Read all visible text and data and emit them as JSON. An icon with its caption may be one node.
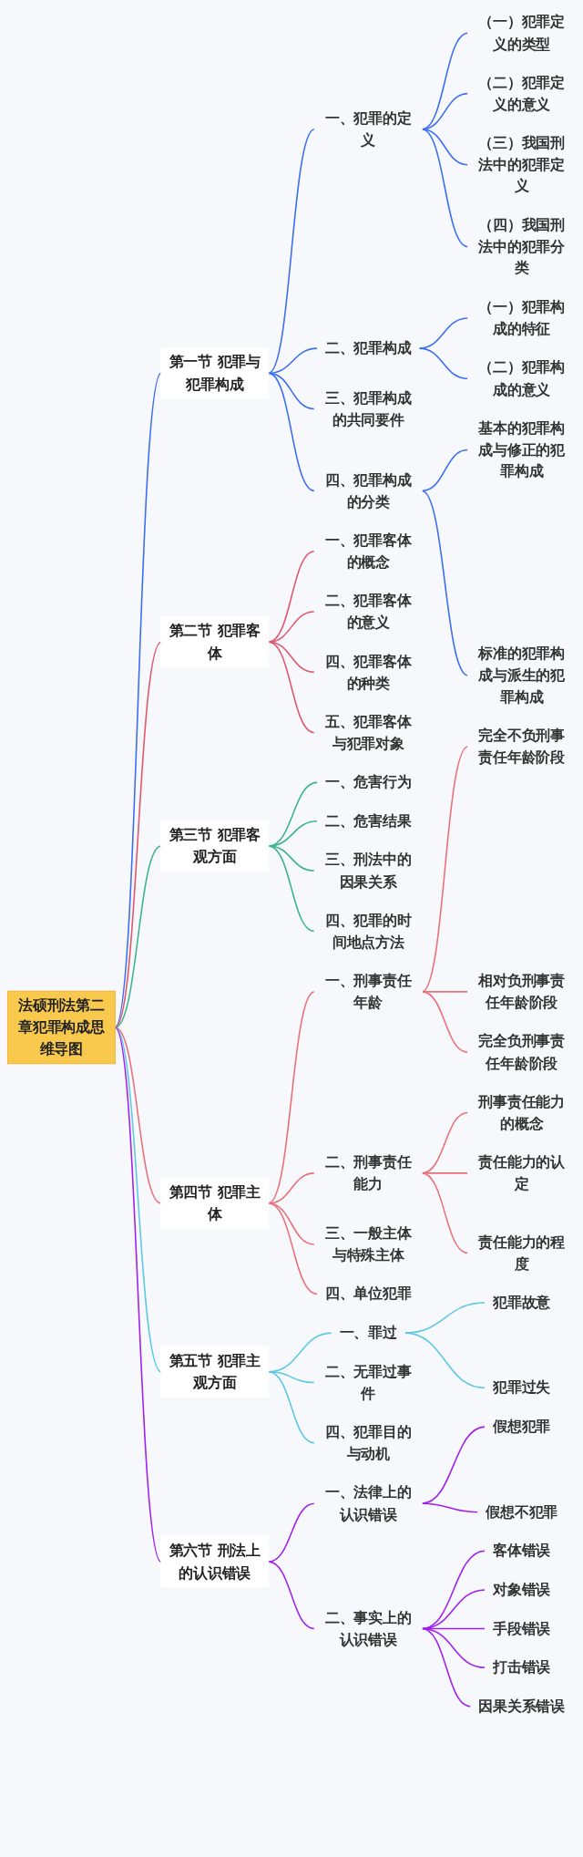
{
  "diagram": {
    "nodes": [
      {
        "text": [
          "法硕刑法第二章犯罪构成思维导图"
        ]
      },
      {
        "text": [
          "第一节 犯罪与犯罪构成"
        ]
      },
      {
        "text": [
          "一、犯罪的定义"
        ]
      },
      {
        "text": [
          "（一）犯罪定义的类型"
        ]
      },
      {
        "text": [
          "（二）犯罪定义的意义"
        ]
      },
      {
        "text": [
          "（三）我国刑法中的犯罪定义"
        ]
      },
      {
        "text": [
          "（四）我国刑法中的犯罪分类"
        ]
      },
      {
        "text": [
          "二、犯罪构成"
        ]
      },
      {
        "text": [
          "（一）犯罪构成的特征"
        ]
      },
      {
        "text": [
          "（二）犯罪构成的意义"
        ]
      },
      {
        "text": [
          "三、犯罪构成的共同要件"
        ]
      },
      {
        "text": [
          "四、犯罪构成的分类"
        ]
      },
      {
        "text": [
          "基本的犯罪构成与修正的犯罪构成"
        ]
      },
      {
        "text": [
          "标准的犯罪构成与派生的犯罪构成"
        ]
      },
      {
        "text": [
          "第二节 犯罪客体"
        ]
      },
      {
        "text": [
          "一、犯罪客体的概念"
        ]
      },
      {
        "text": [
          "二、犯罪客体的意义"
        ]
      },
      {
        "text": [
          "四、犯罪客体的种类"
        ]
      },
      {
        "text": [
          "五、犯罪客体与犯罪对象"
        ]
      },
      {
        "text": [
          "第三节 犯罪客观方面"
        ]
      },
      {
        "text": [
          "一、危害行为"
        ]
      },
      {
        "text": [
          "二、危害结果"
        ]
      },
      {
        "text": [
          "三、刑法中的因果关系"
        ]
      },
      {
        "text": [
          "四、犯罪的时间地点方法"
        ]
      },
      {
        "text": [
          "第四节 犯罪主体"
        ]
      },
      {
        "text": [
          "一、刑事责任年龄"
        ]
      },
      {
        "text": [
          "完全不负刑事责任年龄阶段"
        ]
      },
      {
        "text": [
          "相对负刑事责任年龄阶段"
        ]
      },
      {
        "text": [
          "完全负刑事责任年龄阶段"
        ]
      },
      {
        "text": [
          "二、刑事责任能力"
        ]
      },
      {
        "text": [
          "刑事责任能力的概念"
        ]
      },
      {
        "text": [
          "责任能力的认定"
        ]
      },
      {
        "text": [
          "责任能力的程度"
        ]
      },
      {
        "text": [
          "三、一般主体与特殊主体"
        ]
      },
      {
        "text": [
          "四、单位犯罪"
        ]
      },
      {
        "text": [
          "第五节 犯罪主观方面"
        ]
      },
      {
        "text": [
          "一、罪过"
        ]
      },
      {
        "text": [
          "犯罪故意"
        ]
      },
      {
        "text": [
          "犯罪过失"
        ]
      },
      {
        "text": [
          "二、无罪过事件"
        ]
      },
      {
        "text": [
          "四、犯罪目的与动机"
        ]
      },
      {
        "text": [
          "第六节 刑法上的认识错误"
        ]
      },
      {
        "text": [
          "一、法律上的认识错误"
        ]
      },
      {
        "text": [
          "假想犯罪"
        ]
      },
      {
        "text": [
          "假想不犯罪"
        ]
      },
      {
        "text": [
          "二、事实上的认识错误"
        ]
      },
      {
        "text": [
          "客体错误"
        ]
      },
      {
        "text": [
          "对象错误"
        ]
      },
      {
        "text": [
          "手段错误"
        ]
      },
      {
        "text": [
          "打击错误"
        ]
      },
      {
        "text": [
          "因果关系错误"
        ]
      }
    ],
    "edges": [
      {
        "from": 0,
        "to": 1,
        "arrow": "none",
        "color": "#3b6df5"
      },
      {
        "from": 1,
        "to": 2,
        "arrow": "none",
        "color": "#3b6df5"
      },
      {
        "from": 2,
        "to": 3,
        "arrow": "none",
        "color": "#3b6df5"
      },
      {
        "from": 2,
        "to": 4,
        "arrow": "none",
        "color": "#3b6df5"
      },
      {
        "from": 2,
        "to": 5,
        "arrow": "none",
        "color": "#3b6df5"
      },
      {
        "from": 2,
        "to": 6,
        "arrow": "none",
        "color": "#3b6df5"
      },
      {
        "from": 1,
        "to": 7,
        "arrow": "none",
        "color": "#3b6df5"
      },
      {
        "from": 7,
        "to": 8,
        "arrow": "none",
        "color": "#3b6df5"
      },
      {
        "from": 7,
        "to": 9,
        "arrow": "none",
        "color": "#3b6df5"
      },
      {
        "from": 1,
        "to": 10,
        "arrow": "none",
        "color": "#3b6df5"
      },
      {
        "from": 1,
        "to": 11,
        "arrow": "none",
        "color": "#3b6df5"
      },
      {
        "from": 11,
        "to": 12,
        "arrow": "none",
        "color": "#3b6df5"
      },
      {
        "from": 11,
        "to": 13,
        "arrow": "none",
        "color": "#3b6df5"
      },
      {
        "from": 0,
        "to": 14,
        "arrow": "none",
        "color": "#e0566b"
      },
      {
        "from": 14,
        "to": 15,
        "arrow": "none",
        "color": "#e0566b"
      },
      {
        "from": 14,
        "to": 16,
        "arrow": "none",
        "color": "#e0566b"
      },
      {
        "from": 14,
        "to": 17,
        "arrow": "none",
        "color": "#e0566b"
      },
      {
        "from": 14,
        "to": 18,
        "arrow": "none",
        "color": "#e0566b"
      },
      {
        "from": 0,
        "to": 19,
        "arrow": "none",
        "color": "#3cb38b"
      },
      {
        "from": 19,
        "to": 20,
        "arrow": "none",
        "color": "#3cb38b"
      },
      {
        "from": 19,
        "to": 21,
        "arrow": "none",
        "color": "#3cb38b"
      },
      {
        "from": 19,
        "to": 22,
        "arrow": "none",
        "color": "#3cb38b"
      },
      {
        "from": 19,
        "to": 23,
        "arrow": "none",
        "color": "#3cb38b"
      },
      {
        "from": 0,
        "to": 24,
        "arrow": "none",
        "color": "#e8707a"
      },
      {
        "from": 24,
        "to": 25,
        "arrow": "none",
        "color": "#e8707a"
      },
      {
        "from": 25,
        "to": 26,
        "arrow": "none",
        "color": "#e8707a"
      },
      {
        "from": 25,
        "to": 27,
        "arrow": "none",
        "color": "#e8707a"
      },
      {
        "from": 25,
        "to": 28,
        "arrow": "none",
        "color": "#e8707a"
      },
      {
        "from": 24,
        "to": 29,
        "arrow": "none",
        "color": "#e8707a"
      },
      {
        "from": 29,
        "to": 30,
        "arrow": "none",
        "color": "#e8707a"
      },
      {
        "from": 29,
        "to": 31,
        "arrow": "none",
        "color": "#e8707a"
      },
      {
        "from": 29,
        "to": 32,
        "arrow": "none",
        "color": "#e8707a"
      },
      {
        "from": 24,
        "to": 33,
        "arrow": "none",
        "color": "#e8707a"
      },
      {
        "from": 24,
        "to": 34,
        "arrow": "none",
        "color": "#e8707a"
      },
      {
        "from": 0,
        "to": 35,
        "arrow": "none",
        "color": "#5cc8e6"
      },
      {
        "from": 35,
        "to": 36,
        "arrow": "none",
        "color": "#5cc8e6"
      },
      {
        "from": 36,
        "to": 37,
        "arrow": "none",
        "color": "#5cc8e6"
      },
      {
        "from": 36,
        "to": 38,
        "arrow": "none",
        "color": "#5cc8e6"
      },
      {
        "from": 35,
        "to": 39,
        "arrow": "none",
        "color": "#5cc8e6"
      },
      {
        "from": 35,
        "to": 40,
        "arrow": "none",
        "color": "#5cc8e6"
      },
      {
        "from": 0,
        "to": 41,
        "arrow": "none",
        "color": "#a020f0"
      },
      {
        "from": 41,
        "to": 42,
        "arrow": "none",
        "color": "#a020f0"
      },
      {
        "from": 42,
        "to": 43,
        "arrow": "none",
        "color": "#a020f0"
      },
      {
        "from": 42,
        "to": 44,
        "arrow": "none",
        "color": "#a020f0"
      },
      {
        "from": 41,
        "to": 45,
        "arrow": "none",
        "color": "#a020f0"
      },
      {
        "from": 45,
        "to": 46,
        "arrow": "none",
        "color": "#a020f0"
      },
      {
        "from": 45,
        "to": 47,
        "arrow": "none",
        "color": "#a020f0"
      },
      {
        "from": 45,
        "to": 48,
        "arrow": "none",
        "color": "#a020f0"
      },
      {
        "from": 45,
        "to": 49,
        "arrow": "none",
        "color": "#a020f0"
      },
      {
        "from": 45,
        "to": 50,
        "arrow": "none",
        "color": "#a020f0"
      }
    ]
  }
}
